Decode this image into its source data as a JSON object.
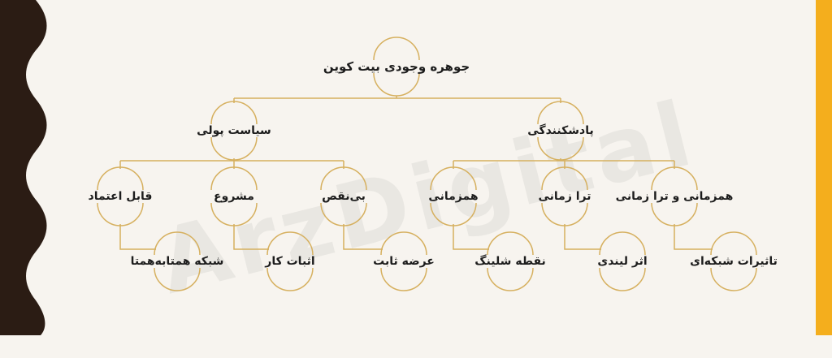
{
  "colors": {
    "line": "#d6b05f",
    "left_band": "#2b1c14",
    "accent_stripe": "#f4ae1d",
    "background": "#f7f4ef"
  },
  "watermark": "ArzDigital",
  "root": {
    "label": "جوهره وجودی بیت کوین"
  },
  "level1": [
    {
      "label": "سیاست پولی"
    },
    {
      "label": "پادشکنندگی"
    }
  ],
  "level2": [
    {
      "label": "قابل اعتماد"
    },
    {
      "label": "مشروع"
    },
    {
      "label": "بی‌نقص"
    },
    {
      "label": "همزمانی"
    },
    {
      "label": "ترا زمانی"
    },
    {
      "label": "همزمانی و ترا زمانی"
    }
  ],
  "level3": [
    {
      "label": "شبکه همتابه‌همتا"
    },
    {
      "label": "اثبات کار"
    },
    {
      "label": "عرضه ثابت"
    },
    {
      "label": "نقطه شلینگ"
    },
    {
      "label": "اثر لیندی"
    },
    {
      "label": "تاثیرات شبکه‌ای"
    }
  ]
}
